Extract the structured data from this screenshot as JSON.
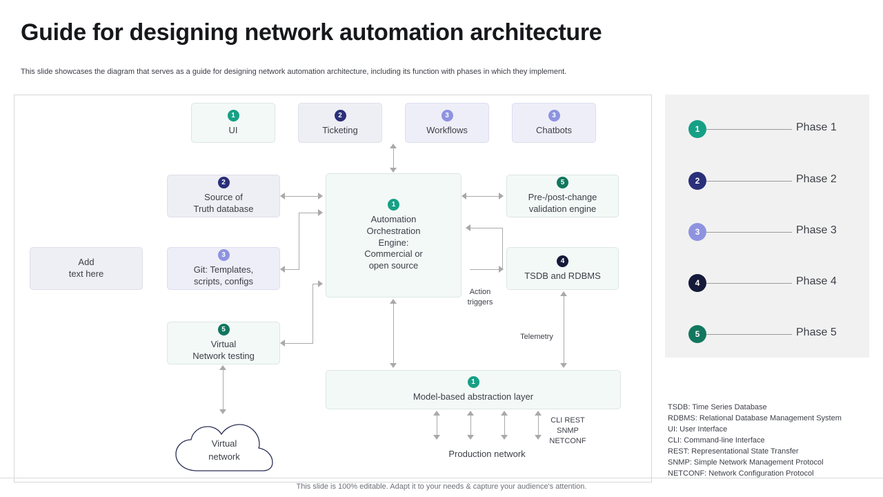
{
  "header": {
    "title": "Guide for designing network automation architecture",
    "subtitle": "This slide showcases the diagram that serves as a guide for designing network automation architecture, including its function with phases in which they implement."
  },
  "diagram": {
    "nodes": {
      "ui": {
        "badge": "1",
        "phase": "p1",
        "label": "UI"
      },
      "ticketing": {
        "badge": "2",
        "phase": "p2",
        "label": "Ticketing"
      },
      "workflows": {
        "badge": "3",
        "phase": "p3",
        "label": "Workflows"
      },
      "chatbots": {
        "badge": "3",
        "phase": "p3",
        "label": "Chatbots"
      },
      "source_truth": {
        "badge": "2",
        "phase": "p2",
        "label": "Source of\nTruth database"
      },
      "git": {
        "badge": "3",
        "phase": "p3",
        "label": "Git: Templates,\nscripts, configs"
      },
      "add_text": {
        "badge": "",
        "phase": "",
        "label": "Add\ntext here"
      },
      "virtual_test": {
        "badge": "5",
        "phase": "p5",
        "label": "Virtual\nNetwork testing"
      },
      "engine": {
        "badge": "1",
        "phase": "p1",
        "label": "Automation\nOrchestration\nEngine:\nCommercial or\nopen source"
      },
      "validation": {
        "badge": "5",
        "phase": "p5",
        "label": "Pre-/post-change\nvalidation engine"
      },
      "tsdb": {
        "badge": "4",
        "phase": "p4",
        "label": "TSDB and RDBMS"
      },
      "abstraction": {
        "badge": "1",
        "phase": "p1",
        "label": "Model-based abstraction layer"
      }
    },
    "labels": {
      "action_triggers": "Action\ntriggers",
      "telemetry": "Telemetry",
      "protocols": "CLI REST\nSNMP\nNETCONF",
      "production_network": "Production  network",
      "virtual_network": "Virtual\nnetwork"
    }
  },
  "legend": {
    "items": [
      {
        "number": "1",
        "phase": "p1",
        "label": "Phase 1",
        "color": "#16a085"
      },
      {
        "number": "2",
        "phase": "p2",
        "label": "Phase 2",
        "color": "#2a2f7a"
      },
      {
        "number": "3",
        "phase": "p3",
        "label": "Phase 3",
        "color": "#8e93e0"
      },
      {
        "number": "4",
        "phase": "p4",
        "label": "Phase 4",
        "color": "#151a3a"
      },
      {
        "number": "5",
        "phase": "p5",
        "label": "Phase 5",
        "color": "#12775e"
      }
    ]
  },
  "abbreviations": [
    "TSDB:  Time Series Database",
    "RDBMS:  Relational Database Management System",
    "UI:  User Interface",
    "CLI:  Command-line Interface",
    "REST:  Representational State Transfer",
    "SNMP: Simple Network  Management  Protocol",
    "NETCONF:   Network  Configuration Protocol"
  ],
  "footer": {
    "note": "This slide is 100% editable. Adapt it to your needs & capture your audience's attention."
  }
}
